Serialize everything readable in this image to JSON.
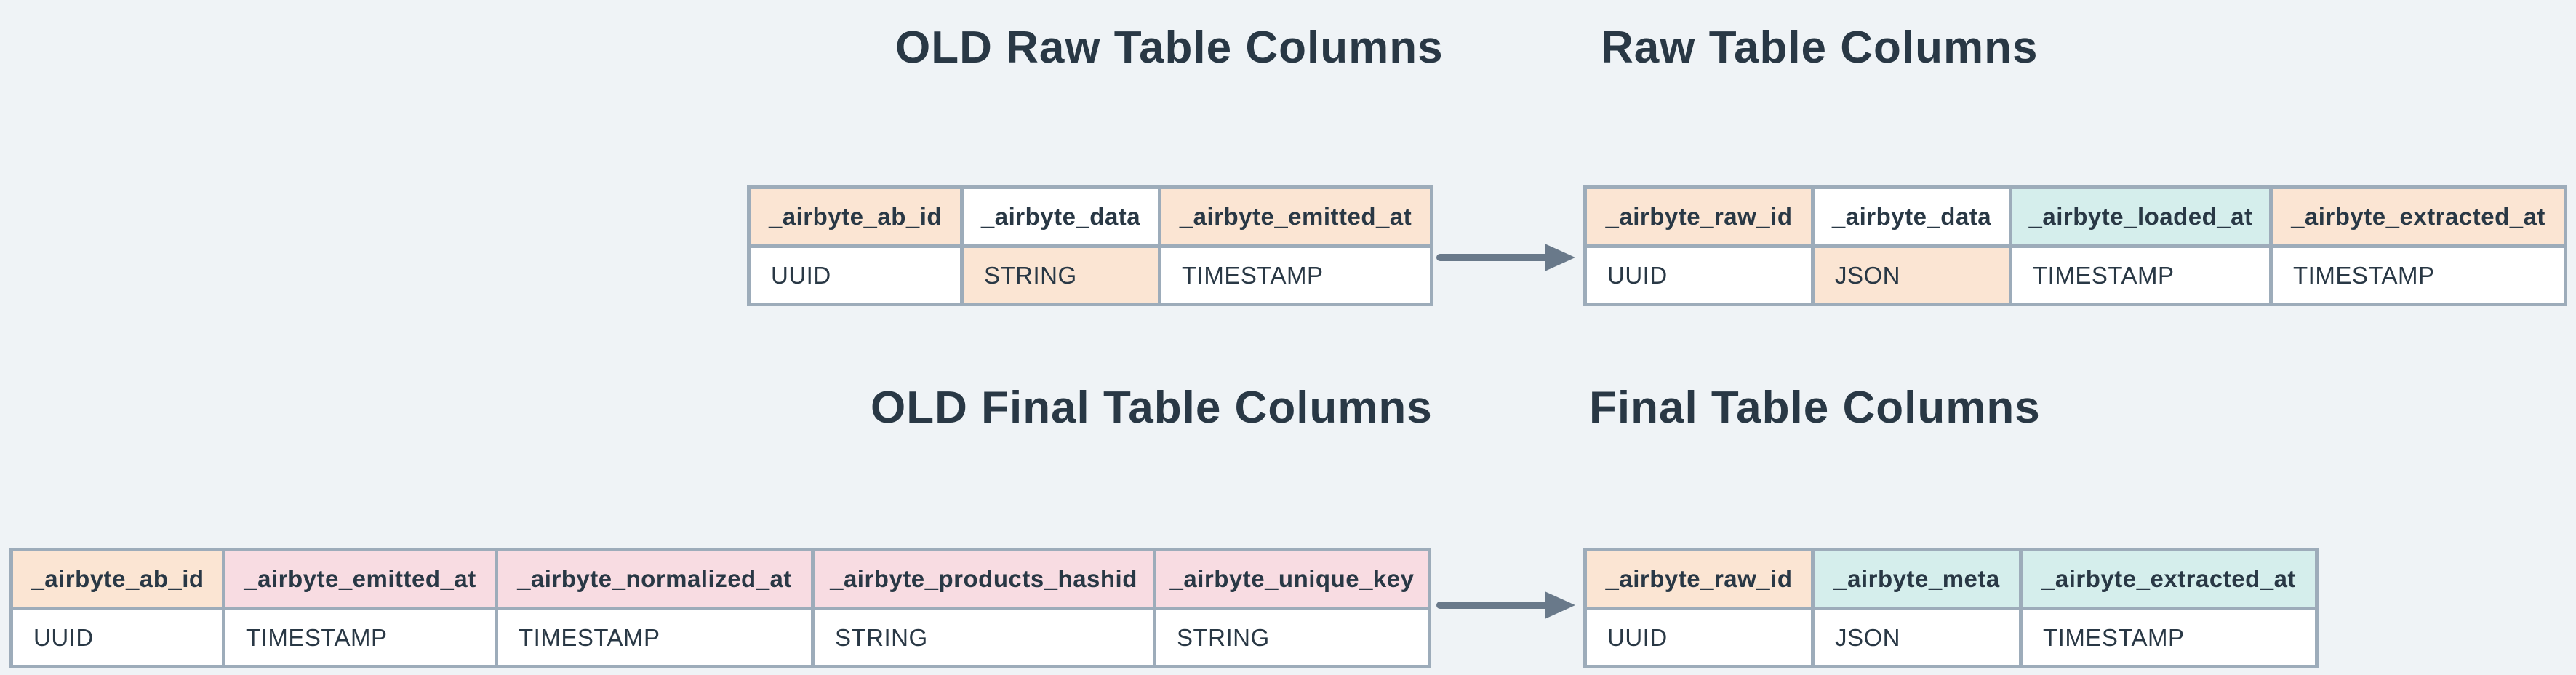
{
  "colors": {
    "background": "#eff3f6",
    "peach": "#fbe5d3",
    "pink": "#f8dce2",
    "mint": "#d5eeec",
    "white": "#ffffff",
    "border": "#9dacba",
    "text": "#293845",
    "arrow": "#69798a"
  },
  "titles": {
    "old_raw": "OLD Raw Table Columns",
    "raw": "Raw Table Columns",
    "old_final": "OLD Final Table Columns",
    "final": "Final Table Columns"
  },
  "icons": {
    "arrow_right": "right-arrow"
  },
  "tables": {
    "old_raw": {
      "columns": [
        {
          "name": "_airbyte_ab_id",
          "header_bg": "peach",
          "type": "UUID",
          "type_bg": "white"
        },
        {
          "name": "_airbyte_data",
          "header_bg": "white",
          "type": "STRING",
          "type_bg": "peach"
        },
        {
          "name": "_airbyte_emitted_at",
          "header_bg": "peach",
          "type": "TIMESTAMP",
          "type_bg": "white"
        }
      ]
    },
    "raw": {
      "columns": [
        {
          "name": "_airbyte_raw_id",
          "header_bg": "peach",
          "type": "UUID",
          "type_bg": "white"
        },
        {
          "name": "_airbyte_data",
          "header_bg": "white",
          "type": "JSON",
          "type_bg": "peach"
        },
        {
          "name": "_airbyte_loaded_at",
          "header_bg": "mint",
          "type": "TIMESTAMP",
          "type_bg": "white"
        },
        {
          "name": "_airbyte_extracted_at",
          "header_bg": "peach",
          "type": "TIMESTAMP",
          "type_bg": "white"
        }
      ]
    },
    "old_final": {
      "columns": [
        {
          "name": "_airbyte_ab_id",
          "header_bg": "peach",
          "type": "UUID",
          "type_bg": "white"
        },
        {
          "name": "_airbyte_emitted_at",
          "header_bg": "pink",
          "type": "TIMESTAMP",
          "type_bg": "white"
        },
        {
          "name": "_airbyte_normalized_at",
          "header_bg": "pink",
          "type": "TIMESTAMP",
          "type_bg": "white"
        },
        {
          "name": "_airbyte_products_hashid",
          "header_bg": "pink",
          "type": "STRING",
          "type_bg": "white"
        },
        {
          "name": "_airbyte_unique_key",
          "header_bg": "pink",
          "type": "STRING",
          "type_bg": "white"
        }
      ]
    },
    "final": {
      "columns": [
        {
          "name": "_airbyte_raw_id",
          "header_bg": "peach",
          "type": "UUID",
          "type_bg": "white"
        },
        {
          "name": "_airbyte_meta",
          "header_bg": "mint",
          "type": "JSON",
          "type_bg": "white"
        },
        {
          "name": "_airbyte_extracted_at",
          "header_bg": "mint",
          "type": "TIMESTAMP",
          "type_bg": "white"
        }
      ]
    }
  }
}
